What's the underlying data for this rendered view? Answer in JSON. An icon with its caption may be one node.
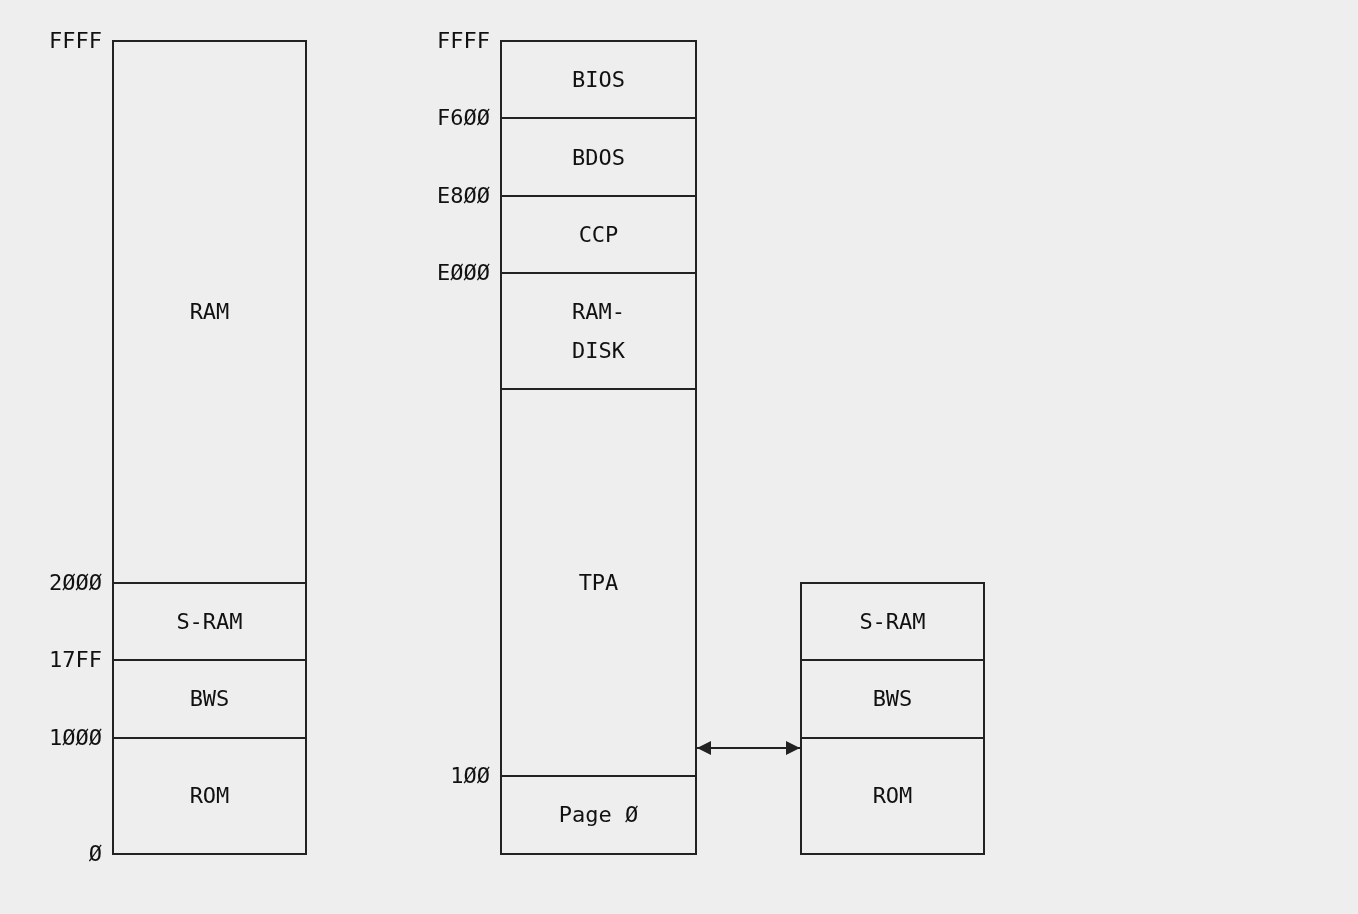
{
  "diagram": {
    "nodes": [
      {
        "text": [
          "RAM"
        ]
      },
      {
        "text": [
          "S-RAM"
        ]
      },
      {
        "text": [
          "BWS"
        ]
      },
      {
        "text": [
          "ROM"
        ]
      },
      {
        "text": [
          "BIOS"
        ]
      },
      {
        "text": [
          "BDOS"
        ]
      },
      {
        "text": [
          "CCP"
        ]
      },
      {
        "text": [
          "RAM- DISK"
        ]
      },
      {
        "text": [
          "TPA"
        ]
      },
      {
        "text": [
          "Page Ø"
        ]
      },
      {
        "text": [
          "S-RAM"
        ]
      },
      {
        "text": [
          "BWS"
        ]
      },
      {
        "text": [
          "ROM"
        ]
      }
    ],
    "edges": [
      {
        "from": 8,
        "to": 12,
        "arrow": "both"
      }
    ],
    "labels": [
      "FFFF",
      "FFFF",
      "F6ØØ",
      "E8ØØ",
      "EØØØ",
      "2ØØØ",
      "17FF",
      "1ØØØ",
      "1ØØ",
      "Ø"
    ]
  }
}
